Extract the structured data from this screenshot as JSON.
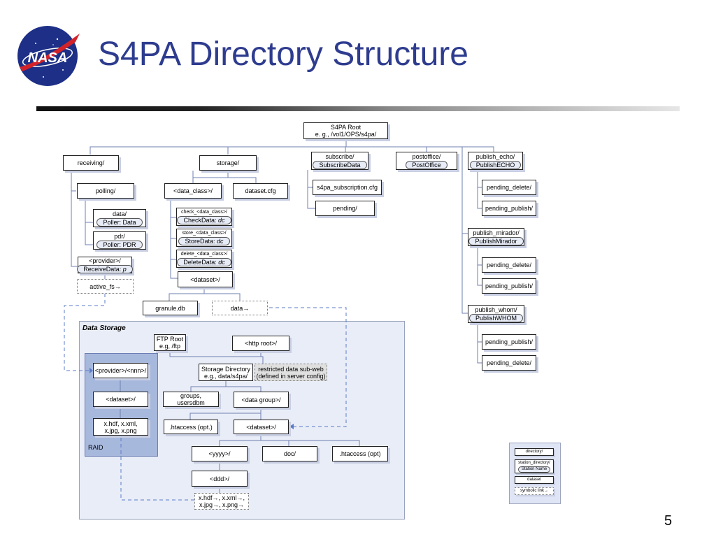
{
  "slide": {
    "title": "S4PA Directory Structure",
    "page_number": "5"
  },
  "logo": {
    "icon": "nasa-meatball-logo",
    "text": "NASA"
  },
  "colors": {
    "title": "#2E3C8F",
    "panel": "#e9edf7",
    "raid": "#a7b8dd",
    "pill": "#e8ecf7",
    "dashed": "#5b7bc8"
  },
  "root": {
    "line1": "S4PA Root",
    "line2": "e. g., /vol1/OPS/s4pa/"
  },
  "top_level": {
    "receiving": "receiving/",
    "storage": "storage/",
    "subscribe": {
      "name": "subscribe/",
      "station": "SubscribeData"
    },
    "postoffice": {
      "name": "postoffice/",
      "station": "PostOffice"
    },
    "publish_echo": {
      "name": "publish_echo/",
      "station": "PublishECHO"
    }
  },
  "receiving_tree": {
    "polling": "polling/",
    "data": {
      "name": "data/",
      "station": "Poller: Data"
    },
    "pdr": {
      "name": "pdr/",
      "station": "Poller: PDR"
    },
    "provider": {
      "name": "<provider>/",
      "station_prefix": "ReceiveData: ",
      "station_italic": "p"
    },
    "active_fs": "active_fs→"
  },
  "storage_tree": {
    "data_class": "<data_class>/",
    "dataset_cfg": "dataset.cfg",
    "check": {
      "name": "check_<data_class>/",
      "station_prefix": "CheckData: ",
      "station_italic": "dc"
    },
    "store": {
      "name": "store_<data_class>/",
      "station_prefix": "StoreData: ",
      "station_italic": "dc"
    },
    "delete": {
      "name": "delete_<data_class>/",
      "station_prefix": "DeleteData: ",
      "station_italic": "dc"
    },
    "dataset": "<dataset>/",
    "granule_db": "granule.db",
    "data_link": "data→"
  },
  "subscribe_tree": {
    "subscription_cfg": "s4pa_subscription.cfg",
    "pending": "pending/"
  },
  "publish_tree": {
    "echo_pending_delete": "pending_delete/",
    "echo_pending_publish": "pending_publish/",
    "mirador": {
      "name": "publish_mirador/",
      "station": "PublishMirador"
    },
    "mirador_pending_delete": "pending_delete/",
    "mirador_pending_publish": "pending_publish/",
    "whom": {
      "name": "publish_whom/",
      "station": "PublishWHOM"
    },
    "whom_pending_publish": "pending_publish/",
    "whom_pending_delete": "pending_delete/"
  },
  "data_storage": {
    "label": "Data Storage",
    "ftp_root": {
      "line1": "FTP Root",
      "line2": "e.g, /ftp"
    },
    "http_root": "<http root>/",
    "provider_nnn": "<provider>/<nnn>/",
    "storage_directory": {
      "line1": "Storage Directory",
      "line2": "e.g., data/s4pa/"
    },
    "restricted": {
      "line1": "restricted data sub-web",
      "line2": "(defined in server config)"
    },
    "raid_dataset": "<dataset>/",
    "raid_files": {
      "line1": "x.hdf, x.xml,",
      "line2": "x.jpg, x.png"
    },
    "raid_label": "RAID",
    "groups": {
      "line1": "groups,",
      "line2": "usersdbm"
    },
    "data_group": "<data group>/",
    "htaccess1": ".htaccess (opt.)",
    "dataset": "<dataset>/",
    "yyyy": "<yyyy>/",
    "doc": "doc/",
    "htaccess2": ".htaccess (opt)",
    "ddd": "<ddd>/",
    "links": {
      "line1": "x.hdf→, x.xml→,",
      "line2": "x.jpg→, x.png→"
    }
  },
  "legend": {
    "directory": "directory/",
    "station_directory": "station_directory/",
    "station_name": "Station Name",
    "dataset": "dataset",
    "symbolic_link": "symbolic link→"
  }
}
